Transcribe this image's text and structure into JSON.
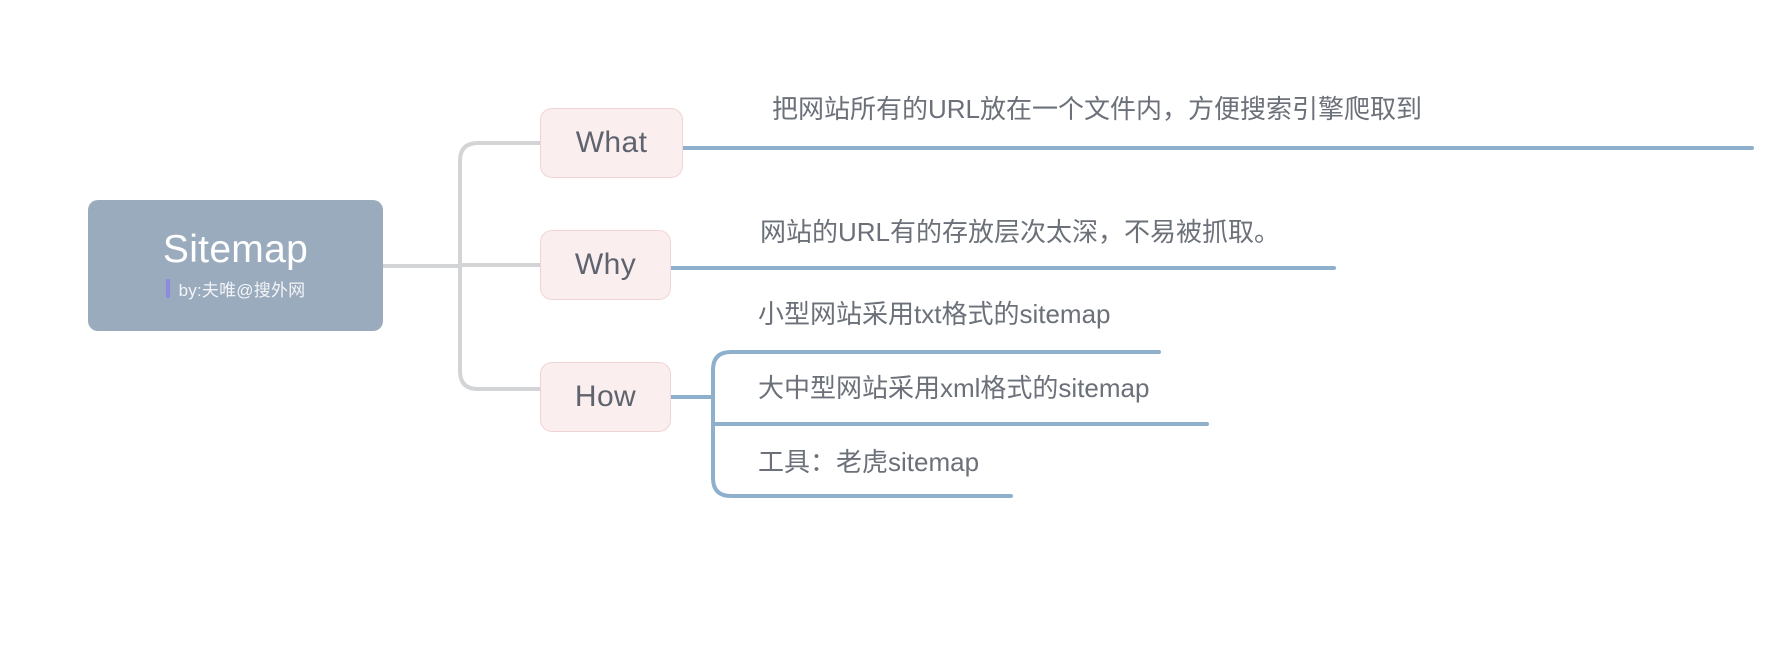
{
  "diagram": {
    "type": "mind-map",
    "title": "Sitemap",
    "colors": {
      "root_fill": "#9aabbe",
      "root_text": "#ffffff",
      "root_accent_bar": "#8b8be0",
      "branch_fill": "#fbeeee",
      "branch_border": "#f1d5d5",
      "branch_text": "#5e636e",
      "leaf_text": "#6b7079",
      "root_connector": "#d2d4d6",
      "leaf_connector": "#8fb0cc",
      "background": "#ffffff"
    }
  },
  "root": {
    "label": "Sitemap",
    "subtitle": "by:夫唯@搜外网"
  },
  "branches": [
    {
      "label": "What",
      "leaves": [
        {
          "text": "把网站所有的URL放在一个文件内，方便搜索引擎爬取到"
        }
      ]
    },
    {
      "label": "Why",
      "leaves": [
        {
          "text": "网站的URL有的存放层次太深，不易被抓取。"
        }
      ]
    },
    {
      "label": "How",
      "leaves": [
        {
          "text": "小型网站采用txt格式的sitemap"
        },
        {
          "text": "大中型网站采用xml格式的sitemap"
        },
        {
          "text": "工具：老虎sitemap"
        }
      ]
    }
  ]
}
